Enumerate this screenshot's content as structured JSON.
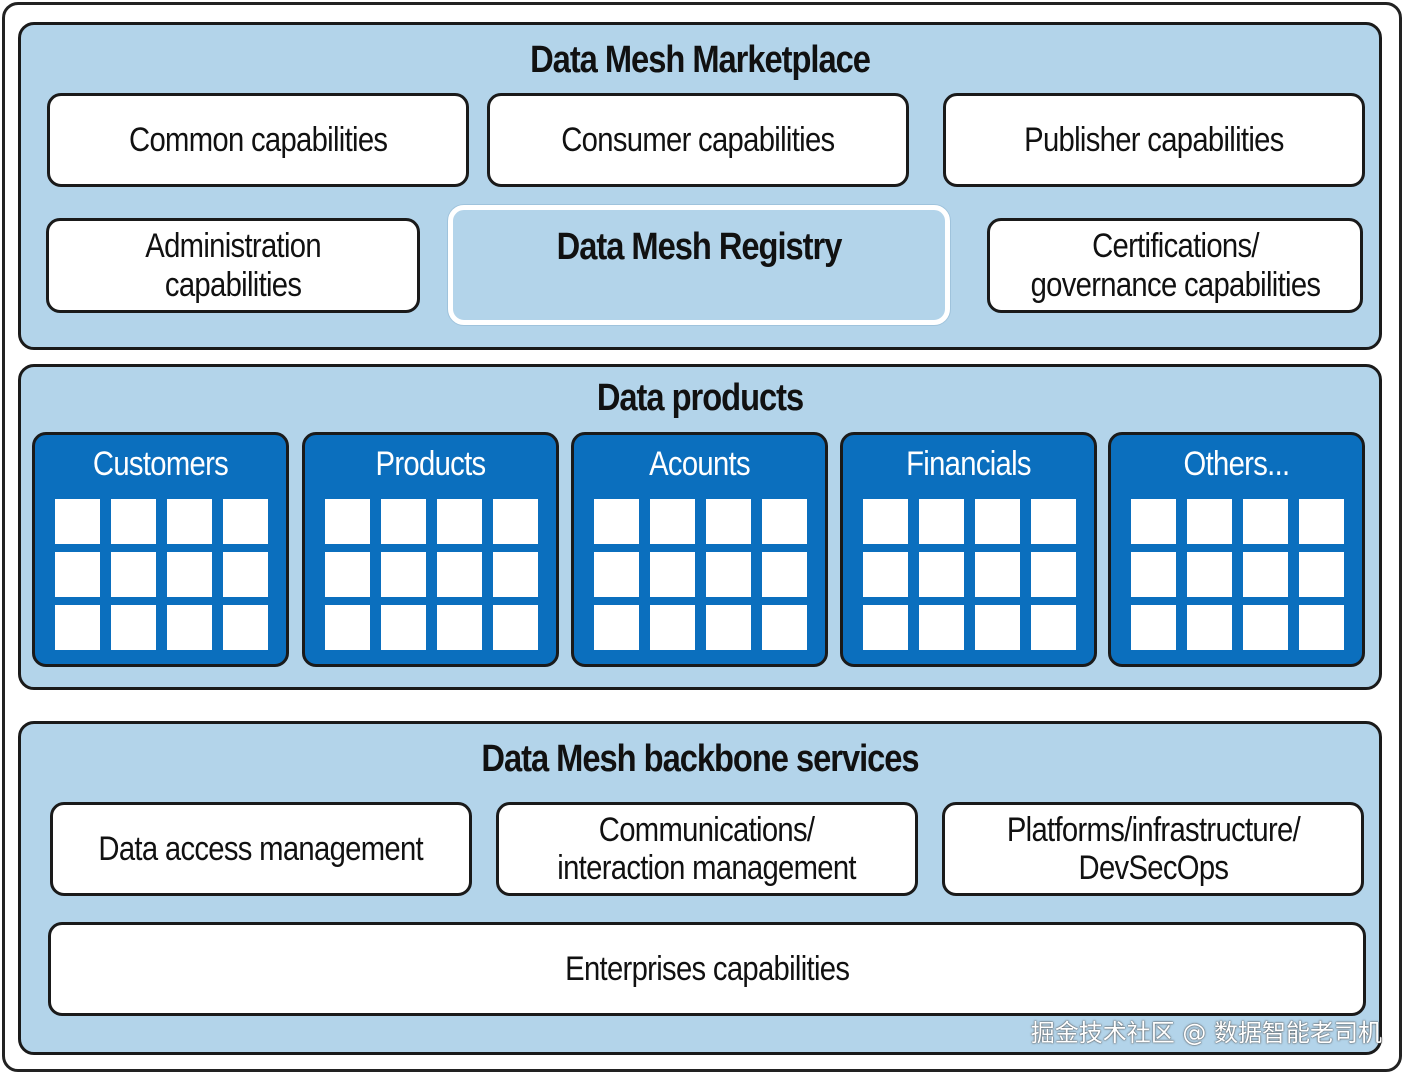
{
  "marketplace": {
    "title": "Data Mesh Marketplace",
    "capabilities": [
      "Common capabilities",
      "Consumer capabilities",
      "Publisher capabilities",
      "Administration\ncapabilities",
      "Certifications/\ngovernance capabilities"
    ],
    "registry": "Data Mesh Registry"
  },
  "data_products": {
    "title": "Data products",
    "domains": [
      "Customers",
      "Products",
      "Acounts",
      "Financials",
      "Others..."
    ]
  },
  "backbone": {
    "title": "Data Mesh backbone services",
    "services": [
      "Data access management",
      "Communications/\ninteraction management",
      "Platforms/infrastructure/\nDevSecOps",
      "Enterprises capabilities"
    ]
  },
  "watermark": "掘金技术社区 @ 数据智能老司机",
  "colors": {
    "section_fill": "#b3d4ea",
    "domain_fill": "#0b6fbe",
    "border": "#1a1a1a"
  }
}
